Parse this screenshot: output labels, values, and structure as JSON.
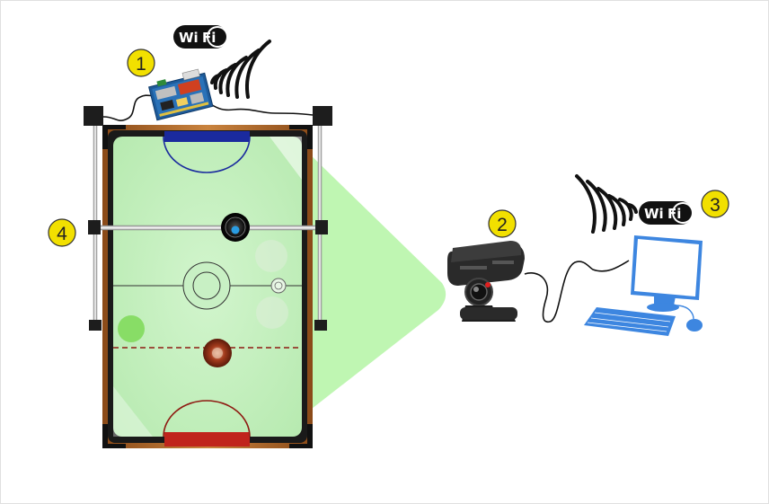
{
  "markers": {
    "one": "1",
    "two": "2",
    "three": "3",
    "four": "4"
  },
  "wifi_badge_left": {
    "part1": "Wi",
    "part2": "Fi"
  },
  "wifi_badge_right": {
    "part1": "Wi",
    "part2": "Fi"
  },
  "icons": {
    "controller_board": "circuit-board-icon",
    "camera": "webcam-icon",
    "computer": "desktop-computer-icon",
    "wifi_waves": "wifi-signal-icon"
  },
  "colors": {
    "marker_fill": "#f2e000",
    "table_surface": "#c8f0c4",
    "camera_view_cone": "#b6f4a8",
    "table_wood": "#b5692a",
    "goal_blue": "#1a2a9e",
    "goal_red": "#c0241c",
    "computer_blue": "#3d86e0",
    "ball_green": "#7ed957"
  }
}
